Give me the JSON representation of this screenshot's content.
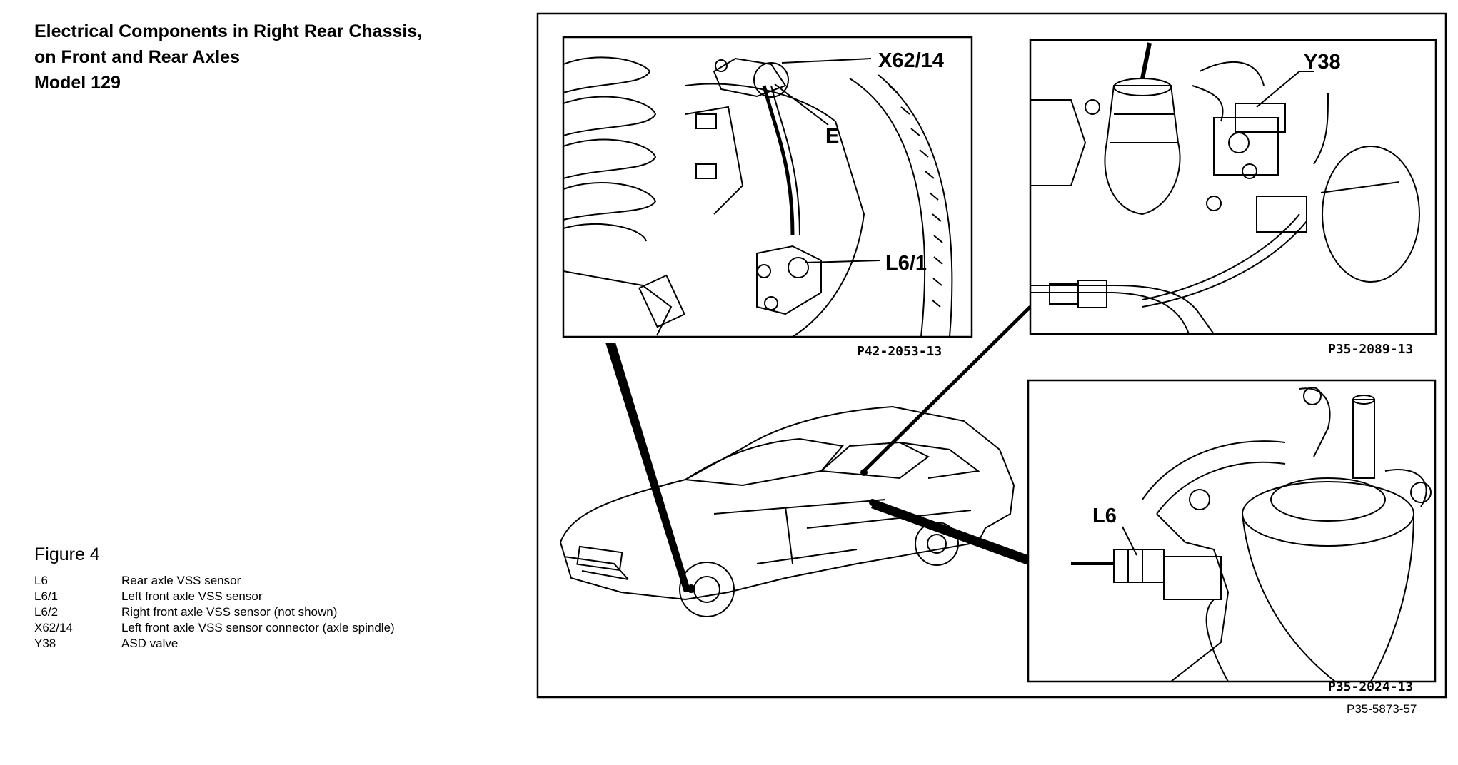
{
  "title": {
    "line1": "Electrical Components in Right Rear Chassis,",
    "line2": "on Front and Rear Axles",
    "line3": "Model 129"
  },
  "figure": {
    "label": "Figure 4",
    "legend": [
      {
        "code": "L6",
        "desc": "Rear axle VSS sensor"
      },
      {
        "code": "L6/1",
        "desc": "Left front axle VSS sensor"
      },
      {
        "code": "L6/2",
        "desc": "Right front axle VSS sensor (not shown)"
      },
      {
        "code": "X62/14",
        "desc": "Left front axle VSS sensor connector (axle spindle)"
      },
      {
        "code": "Y38",
        "desc": "ASD valve"
      }
    ]
  },
  "panels": {
    "front_axle": {
      "ref": "P42-2053-13",
      "callouts": {
        "connector": "X62/14",
        "e": "E",
        "sensor": "L6/1"
      }
    },
    "asd_valve": {
      "ref": "P35-2089-13",
      "callouts": {
        "valve": "Y38"
      }
    },
    "rear_axle": {
      "ref": "P35-2024-13",
      "callouts": {
        "sensor": "L6"
      }
    }
  },
  "page_code": "P35-5873-57"
}
